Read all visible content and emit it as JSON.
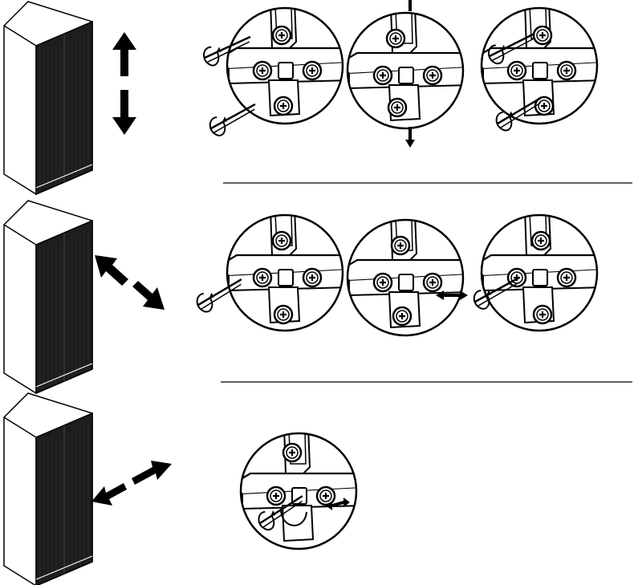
{
  "colors": {
    "background": "#ffffff",
    "line": "#000000",
    "cabinet_front": "#1d1d1d",
    "cabinet_side": "#ffffff"
  },
  "steps": [
    {
      "id": "height-adjustment",
      "movement_arrow": "up-down-arrow",
      "cabinet_icon": "wardrobe-icon",
      "detail_views": [
        "hinge-screw-turn-icon",
        "hinge-shift-vertical-icon",
        "hinge-screw-tighten-icon"
      ]
    },
    {
      "id": "side-adjustment",
      "movement_arrow": "diagonal-left-right-arrow",
      "cabinet_icon": "wardrobe-icon",
      "detail_views": [
        "hinge-screw-loosen-icon",
        "hinge-shift-lateral-icon",
        "hinge-screw-tighten-icon"
      ]
    },
    {
      "id": "depth-adjustment",
      "movement_arrow": "diagonal-in-out-arrow",
      "cabinet_icon": "wardrobe-icon",
      "detail_views": [
        "hinge-depth-screw-icon"
      ]
    }
  ]
}
